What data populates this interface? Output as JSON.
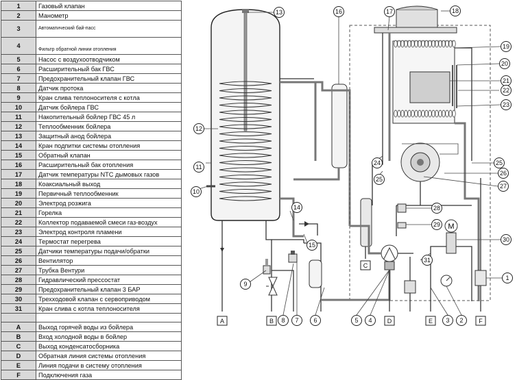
{
  "legend": [
    {
      "num": "1",
      "label": "Газовый клапан"
    },
    {
      "num": "2",
      "label": "Манометр"
    },
    {
      "num": "3",
      "label": "Автоматический бай-пасс",
      "small": true
    },
    {
      "num": "4",
      "label": "Фильтр обратной линии отопления",
      "small": true
    },
    {
      "num": "5",
      "label": "Насос с воздухоотводчиком"
    },
    {
      "num": "6",
      "label": "Расширительный бак ГВС"
    },
    {
      "num": "7",
      "label": "Предохранительный клапан ГВС"
    },
    {
      "num": "8",
      "label": "Датчик протока"
    },
    {
      "num": "9",
      "label": "Кран слива теплоносителя с котла"
    },
    {
      "num": "10",
      "label": "Датчик бойлера ГВС"
    },
    {
      "num": "11",
      "label": "Накопительный бойлер ГВС 45 л"
    },
    {
      "num": "12",
      "label": "Теплообменник бойлера"
    },
    {
      "num": "13",
      "label": "Защитный анод бойлера"
    },
    {
      "num": "14",
      "label": "Кран подпитки системы отопления"
    },
    {
      "num": "15",
      "label": "Обратный клапан"
    },
    {
      "num": "16",
      "label": "Расширительный бак отопления"
    },
    {
      "num": "17",
      "label": "Датчик температуры NTC дымовых газов"
    },
    {
      "num": "18",
      "label": "Коаксиальный выход"
    },
    {
      "num": "19",
      "label": "Первичный теплообменник"
    },
    {
      "num": "20",
      "label": "Электрод розжига"
    },
    {
      "num": "21",
      "label": "Горелка"
    },
    {
      "num": "22",
      "label": "Коллектор подаваемой смеси газ-воздух"
    },
    {
      "num": "23",
      "label": "Электрод контроля пламени"
    },
    {
      "num": "24",
      "label": "Термостат перегрева"
    },
    {
      "num": "25",
      "label": "Датчики температуры подачи/обратки"
    },
    {
      "num": "26",
      "label": "Вентилятор"
    },
    {
      "num": "27",
      "label": "Трубка Вентури"
    },
    {
      "num": "28",
      "label": "Гидравлический прессостат"
    },
    {
      "num": "29",
      "label": "Предохранительный клапан 3 БАР"
    },
    {
      "num": "30",
      "label": "Трехходовой клапан с сервоприводом"
    },
    {
      "num": "31",
      "label": "Кран слива с котла теплоносителя"
    },
    {
      "num": "",
      "label": "",
      "sep": true
    },
    {
      "num": "A",
      "label": "Выход горячей воды из бойлера"
    },
    {
      "num": "B",
      "label": "Вход холодной воды в бойлер"
    },
    {
      "num": "C",
      "label": "Выход конденсатосборника"
    },
    {
      "num": "D",
      "label": "Обратная линия системы отопления"
    },
    {
      "num": "E",
      "label": "Линия подачи в систему отопления"
    },
    {
      "num": "F",
      "label": "Подключения газа"
    }
  ],
  "callouts": [
    "1",
    "2",
    "3",
    "4",
    "5",
    "6",
    "7",
    "8",
    "9",
    "10",
    "11",
    "12",
    "13",
    "14",
    "15",
    "16",
    "17",
    "18",
    "19",
    "20",
    "21",
    "22",
    "23",
    "24",
    "25",
    "25",
    "26",
    "27",
    "28",
    "29",
    "30",
    "31"
  ],
  "ports": [
    "A",
    "B",
    "C",
    "D",
    "E",
    "F"
  ],
  "pump_symbol": "M"
}
